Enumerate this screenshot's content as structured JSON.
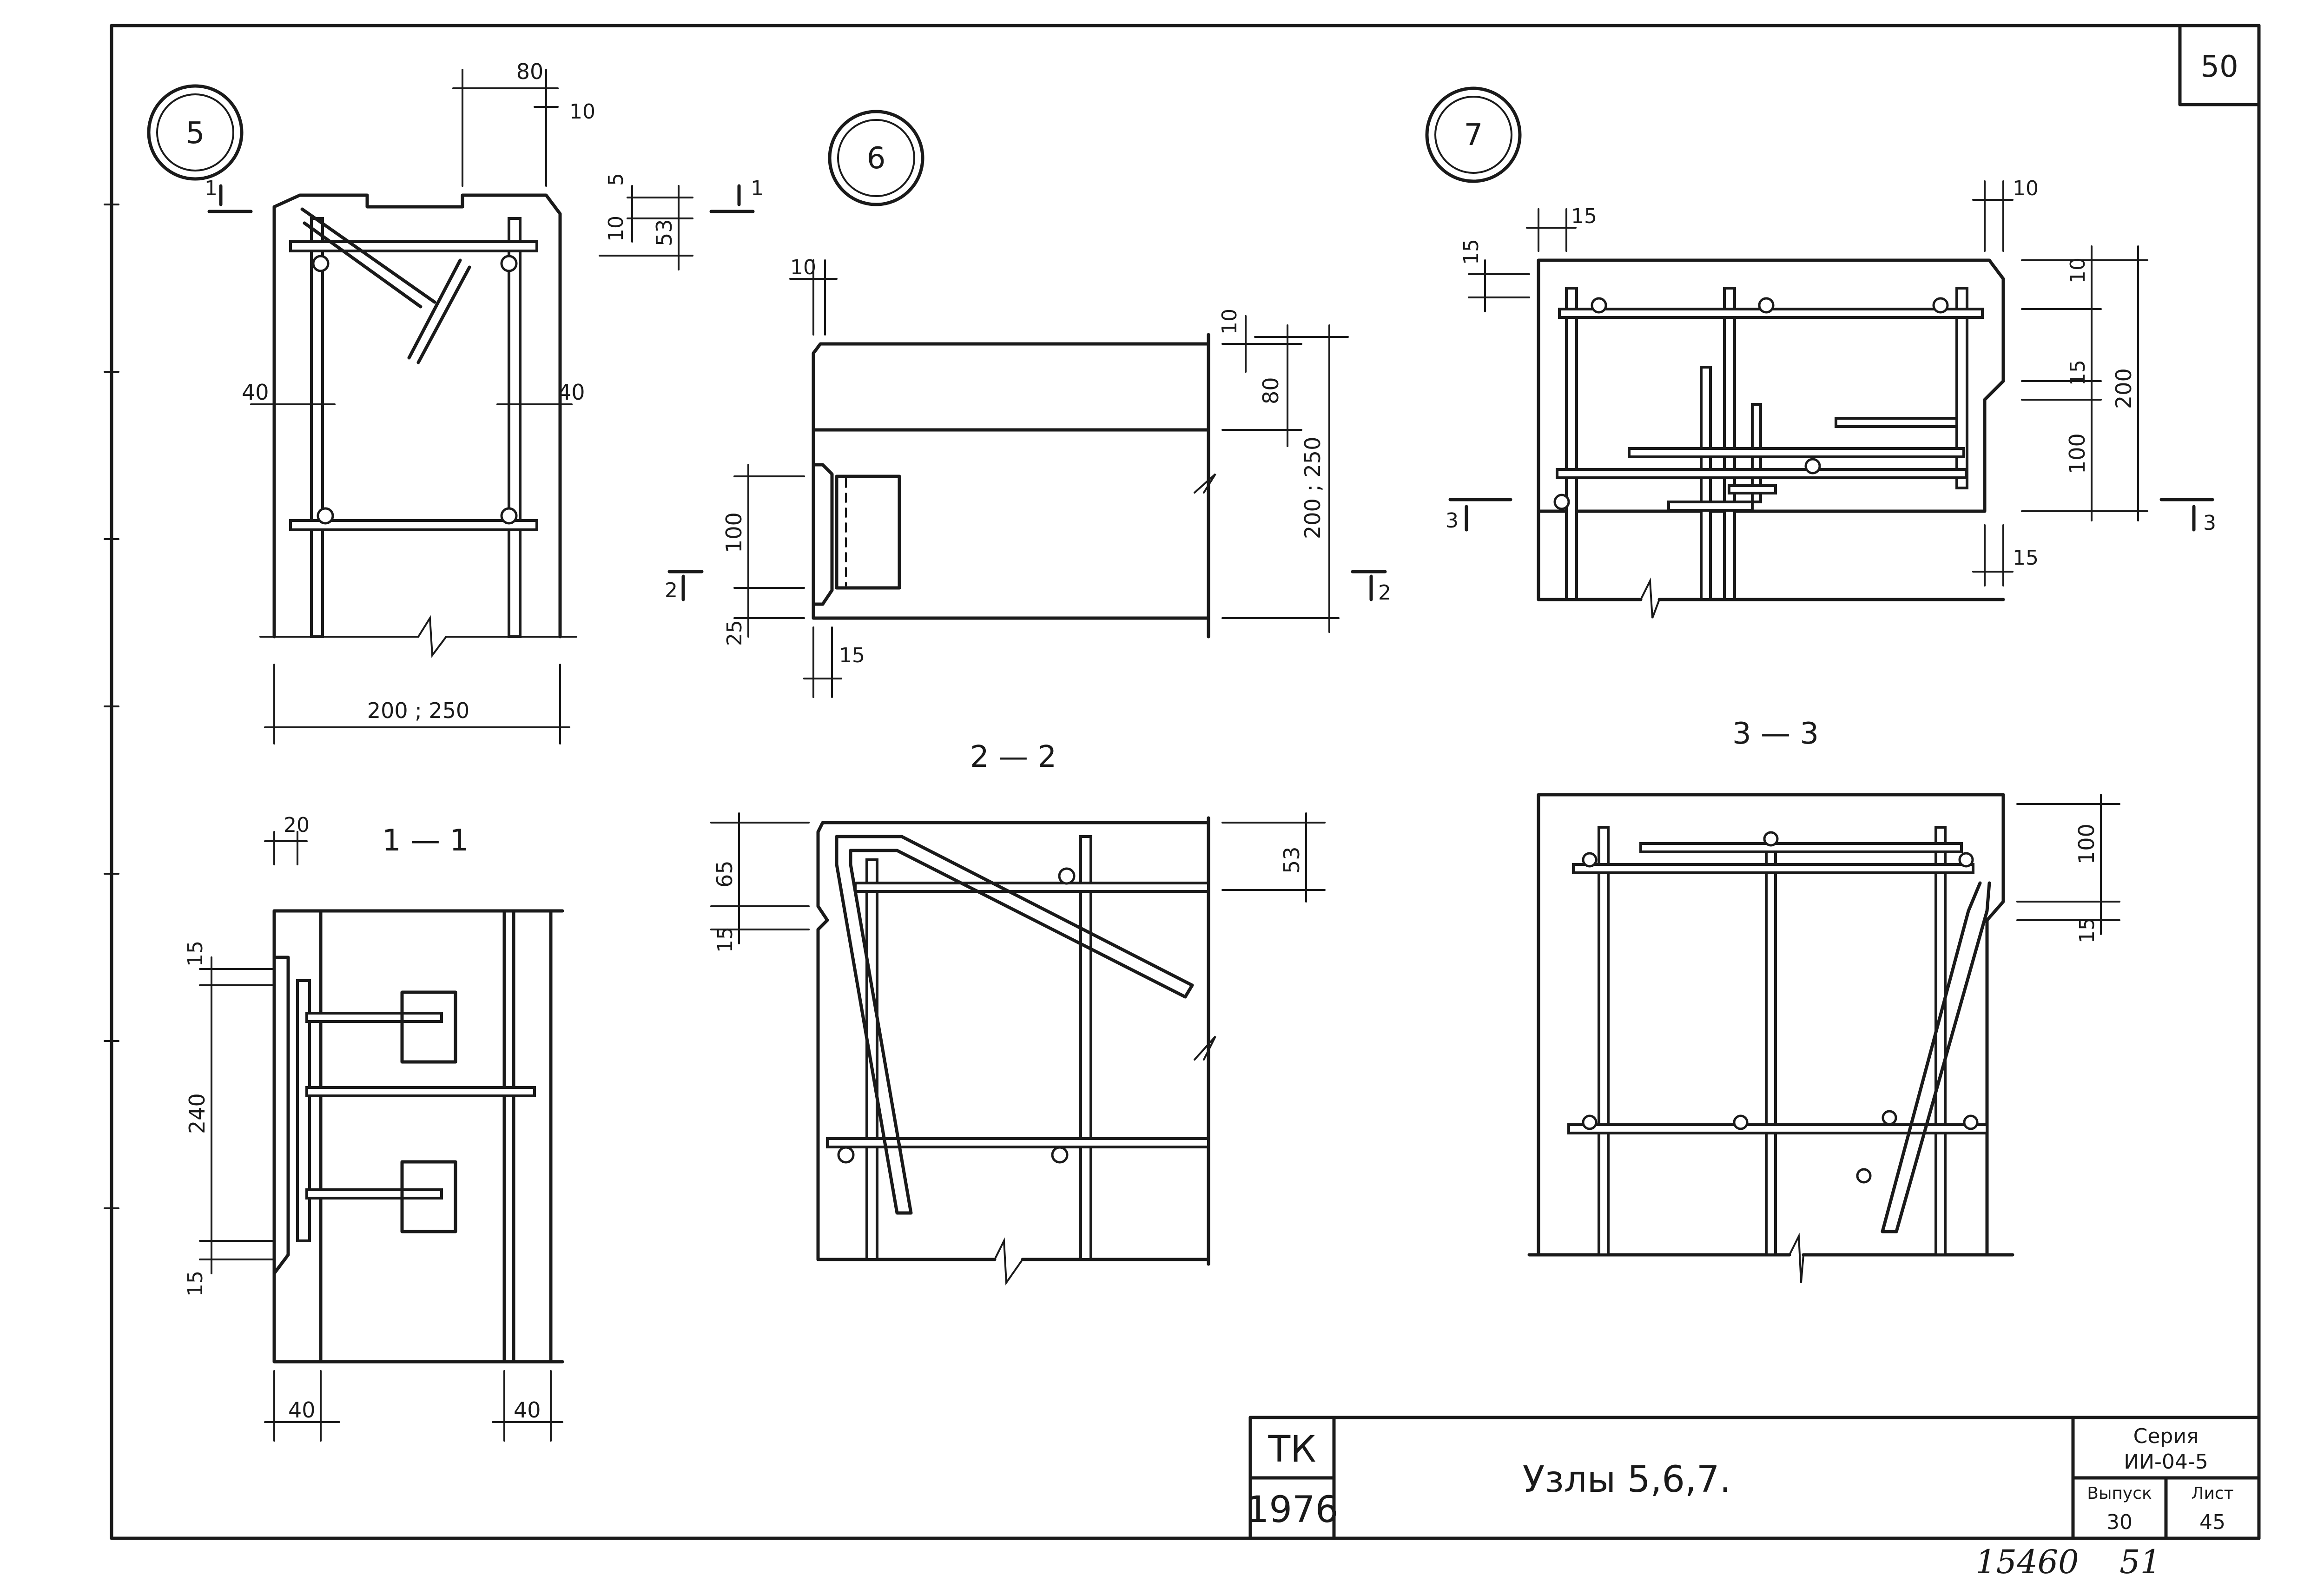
{
  "sheet": {
    "page_number": "50",
    "footer_number": "15460",
    "footer_page": "51"
  },
  "nodes": [
    {
      "label": "5"
    },
    {
      "label": "6"
    },
    {
      "label": "7"
    }
  ],
  "sections": {
    "s11": "1 — 1",
    "s22": "2 — 2",
    "s33": "3 — 3"
  },
  "markers": {
    "m1": "1",
    "m2": "2",
    "m3": "3"
  },
  "dims": {
    "n5_80": "80",
    "n5_10": "10",
    "n5_5": "5",
    "n5_10b": "10",
    "n5_53": "53",
    "n5_40l": "40",
    "n5_40r": "40",
    "n5_width": "200 ; 250",
    "n11_20": "20",
    "n11_15a": "15",
    "n11_240": "240",
    "n11_15b": "15",
    "n11_40l": "40",
    "n11_40r": "40",
    "n6_10a": "10",
    "n6_10b": "10",
    "n6_80": "80",
    "n6_h": "200 ; 250",
    "n6_100": "100",
    "n6_25": "25",
    "n6_15": "15",
    "n22_65": "65",
    "n22_15": "15",
    "n22_53": "53",
    "n7_15a": "15",
    "n7_15b": "15",
    "n7_10a": "10",
    "n7_10b": "10",
    "n7_15c": "15",
    "n7_200": "200",
    "n7_100": "100",
    "n7_15d": "15",
    "n33_100": "100",
    "n33_15": "15"
  },
  "title_block": {
    "org": "ТК",
    "year": "1976",
    "title": "Узлы 5,6,7.",
    "series_label": "Серия",
    "series_value": "ИИ-04-5",
    "issue_label": "Выпуск",
    "issue_value": "30",
    "sheet_label": "Лист",
    "sheet_value": "45"
  }
}
